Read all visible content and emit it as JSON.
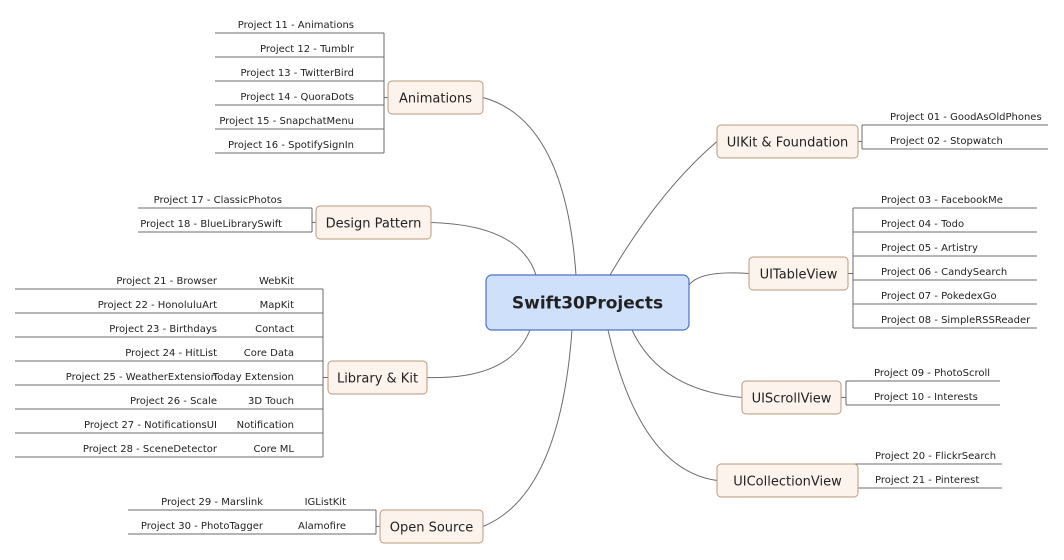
{
  "center": {
    "label": "Swift30Projects"
  },
  "branches": [
    {
      "label": "UIKit & Foundation",
      "side": "right",
      "items": [
        {
          "project": "Project 01 - GoodAsOldPhones"
        },
        {
          "project": "Project 02 - Stopwatch"
        }
      ]
    },
    {
      "label": "UITableView",
      "side": "right",
      "items": [
        {
          "project": "Project 03 - FacebookMe"
        },
        {
          "project": "Project 04 - Todo"
        },
        {
          "project": "Project 05 - Artistry"
        },
        {
          "project": "Project 06 - CandySearch"
        },
        {
          "project": "Project 07 - PokedexGo"
        },
        {
          "project": "Project 08 - SimpleRSSReader"
        }
      ]
    },
    {
      "label": "UIScrollView",
      "side": "right",
      "items": [
        {
          "project": "Project 09 - PhotoScroll"
        },
        {
          "project": "Project 10 - Interests"
        }
      ]
    },
    {
      "label": "UICollectionView",
      "side": "right",
      "items": [
        {
          "project": "Project 20 - FlickrSearch"
        },
        {
          "project": "Project  21 - Pinterest"
        }
      ]
    },
    {
      "label": "Animations",
      "side": "left",
      "items": [
        {
          "project": "Project 11 - Animations"
        },
        {
          "project": "Project 12 - Tumblr"
        },
        {
          "project": "Project 13 - TwitterBird"
        },
        {
          "project": "Project 14 - QuoraDots"
        },
        {
          "project": "Project 15 - SnapchatMenu"
        },
        {
          "project": "Project 16 - SpotifySignIn"
        }
      ]
    },
    {
      "label": "Design Pattern",
      "side": "left",
      "items": [
        {
          "project": "Project 17 - ClassicPhotos"
        },
        {
          "project": "Project 18 - BlueLibrarySwift"
        }
      ]
    },
    {
      "label": "Library & Kit",
      "side": "left",
      "items": [
        {
          "project": "Project 21 - Browser",
          "tag": "WebKit"
        },
        {
          "project": "Project 22 - HonoluluArt",
          "tag": "MapKit"
        },
        {
          "project": "Project 23 - Birthdays",
          "tag": "Contact"
        },
        {
          "project": "Project 24 - HitList",
          "tag": "Core Data"
        },
        {
          "project": "Project 25 - WeatherExtension",
          "tag": "Today Extension"
        },
        {
          "project": "Project 26 - Scale",
          "tag": "3D Touch"
        },
        {
          "project": "Project 27 - NotificationsUI",
          "tag": "Notification"
        },
        {
          "project": "Project 28 - SceneDetector",
          "tag": "Core ML"
        }
      ]
    },
    {
      "label": "Open Source",
      "side": "left",
      "items": [
        {
          "project": "Project 29 - Marslink",
          "tag": "IGListKit"
        },
        {
          "project": "Project 30 - PhotoTagger",
          "tag": "Alamofire"
        }
      ]
    }
  ],
  "colors": {
    "center_fill": "#cfe0fb",
    "center_stroke": "#4a74c4",
    "branch_fill": "#fcf3ec",
    "branch_stroke": "#b89a7e",
    "line": "#6b6b6b"
  }
}
